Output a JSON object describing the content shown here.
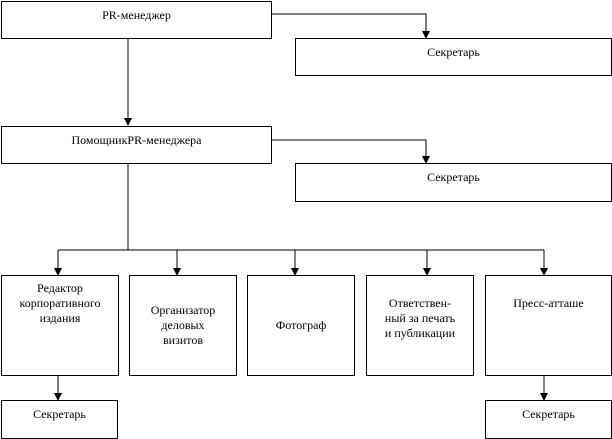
{
  "nodes": {
    "pr_manager": "PR-менеджер",
    "secretary_1": "Секретарь",
    "assistant": "ПомощникPR-менеджера",
    "secretary_2": "Секретарь",
    "editor": "Редактор\nкорпоративного\nиздания",
    "organizer": "Организатор\nделовых\nвизитов",
    "photographer": "Фотограф",
    "responsible": "Ответствен-\nный за печать\nи публикации",
    "press_attache": "Пресс-атташе",
    "secretary_3": "Секретарь",
    "secretary_4": "Секретарь"
  },
  "style": {
    "line_color": "#000000",
    "box_border": "#000000",
    "background": "#ffffff"
  }
}
